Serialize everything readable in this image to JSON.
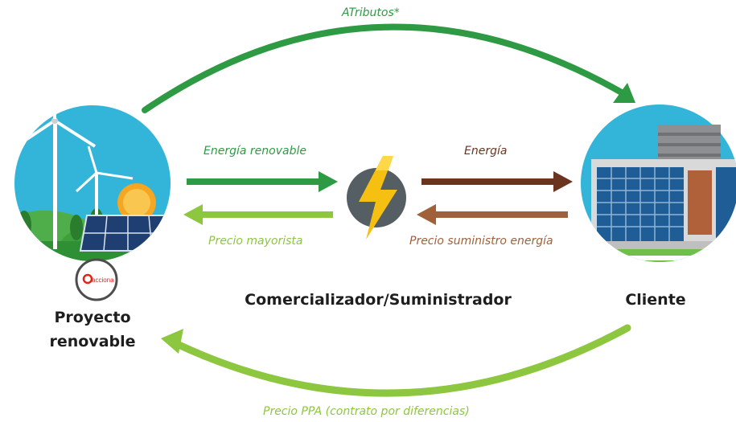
{
  "flows": {
    "top_arc": "ATributos*",
    "bottom_arc": "Precio PPA (contrato por diferencias)",
    "left_top": "Energía renovable",
    "left_bottom": "Precio mayorista",
    "right_top": "Energía",
    "right_bottom": "Precio suministro energía"
  },
  "nodes": {
    "project": {
      "title_line1": "Proyecto",
      "title_line2": "renovable",
      "logo": "acciona"
    },
    "middle": {
      "title": "Comercializador/Suministrador"
    },
    "client": {
      "title": "Cliente"
    }
  },
  "colors": {
    "dark_green": "#2e9a44",
    "light_green": "#8dc63f",
    "dark_brown": "#6b3420",
    "light_brown": "#a0603a",
    "bolt_yellow": "#f6c012",
    "bolt_circle": "#555e63",
    "sky_blue": "#33b5d9",
    "text_dark": "#1e1e1e"
  },
  "icons": [
    "wind-turbine-icon",
    "solar-panel-icon",
    "sun-icon",
    "lightning-bolt-icon",
    "office-building-icon",
    "acciona-logo"
  ]
}
